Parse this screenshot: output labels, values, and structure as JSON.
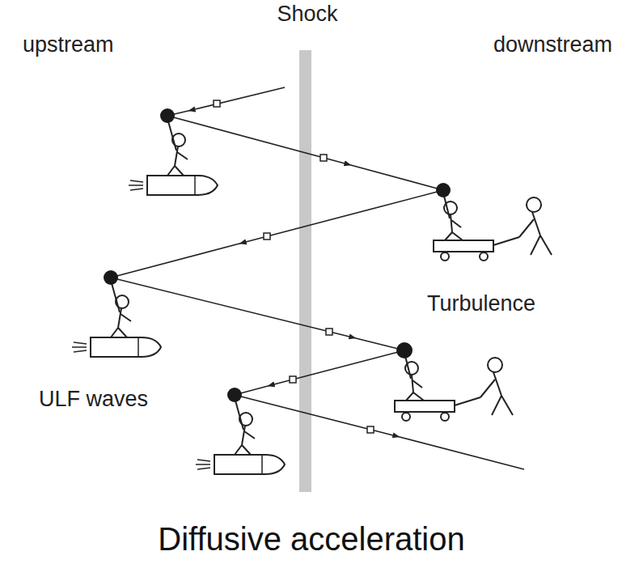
{
  "diagram": {
    "caption": "Diffusive acceleration",
    "labels": [
      "Shock",
      "upstream",
      "downstream",
      "Turbulence",
      "ULF waves"
    ]
  }
}
